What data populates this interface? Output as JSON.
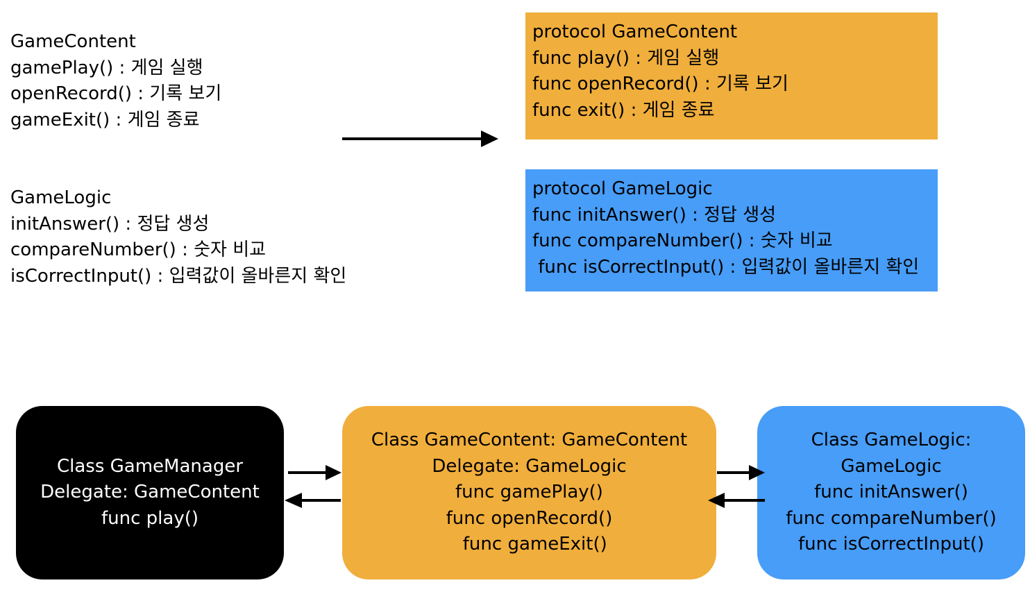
{
  "colors": {
    "orange": "#F0AE3C",
    "blue": "#479DF8",
    "black": "#000000",
    "white": "#FFFFFF"
  },
  "left_text": {
    "game_content": {
      "title": "GameContent",
      "lines": [
        "gamePlay() : 게임 실행",
        "openRecord() : 기록 보기",
        "gameExit() : 게임 종료"
      ]
    },
    "game_logic": {
      "title": "GameLogic",
      "lines": [
        "initAnswer() : 정답 생성",
        "compareNumber() : 숫자 비교",
        "isCorrectInput() : 입력값이 올바른지 확인"
      ]
    }
  },
  "protocols": {
    "game_content": {
      "title": "protocol GameContent",
      "lines": [
        "func play() : 게임 실행",
        "func openRecord() : 기록 보기",
        "func exit() : 게임 종료"
      ]
    },
    "game_logic": {
      "title": "protocol GameLogic",
      "lines": [
        "func initAnswer() : 정답 생성",
        "func compareNumber() : 숫자 비교",
        " func isCorrectInput() : 입력값이 올바른지 확인"
      ]
    }
  },
  "classes": {
    "game_manager": {
      "lines": [
        "Class GameManager",
        "Delegate: GameContent",
        "func play()"
      ]
    },
    "game_content": {
      "lines": [
        "Class GameContent: GameContent",
        "Delegate: GameLogic",
        "func gamePlay()",
        "func openRecord()",
        "  func gameExit()"
      ]
    },
    "game_logic": {
      "lines": [
        "Class GameLogic:",
        "GameLogic",
        "func initAnswer()",
        "func compareNumber()",
        "func isCorrectInput()"
      ]
    }
  }
}
